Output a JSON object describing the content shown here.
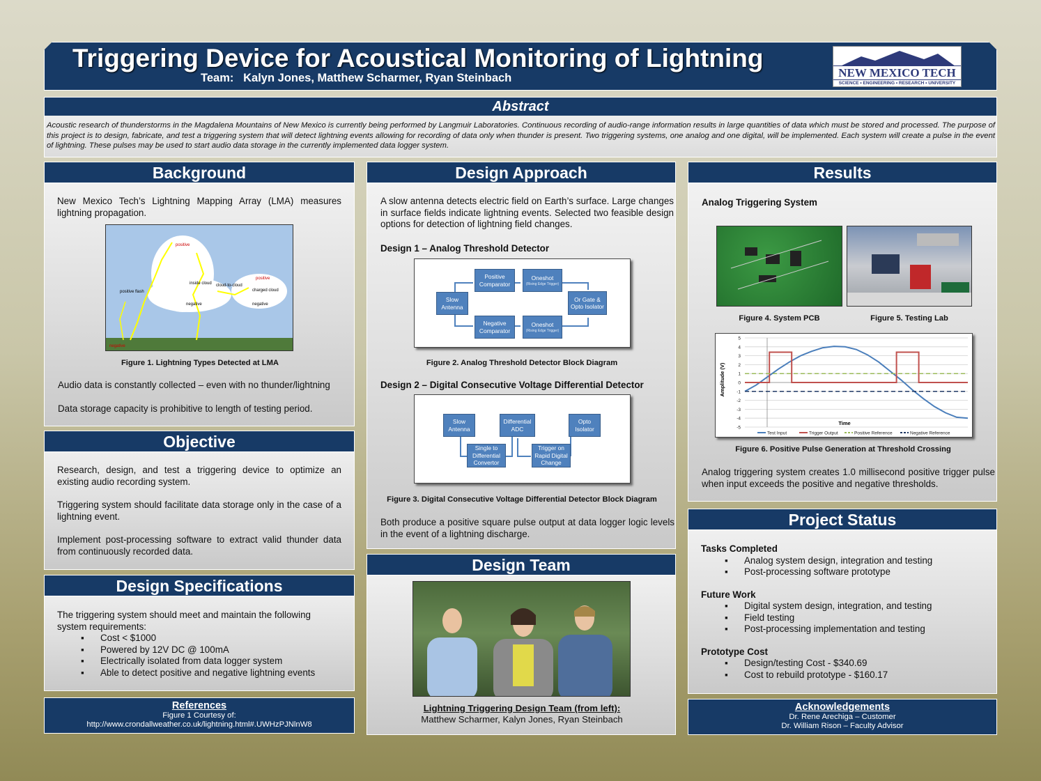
{
  "header": {
    "title": "Triggering Device for Acoustical Monitoring of Lightning",
    "team": "Team:   Kalyn Jones, Matthew Scharmer, Ryan Steinbach",
    "logo": {
      "name": "NEW MEXICO TECH",
      "tagline": "SCIENCE • ENGINEERING • RESEARCH • UNIVERSITY"
    }
  },
  "abstract": {
    "heading": "Abstract",
    "text": "Acoustic research of thunderstorms in the Magdalena Mountains of New Mexico is currently being performed by Langmuir Laboratories.  Continuous recording of audio-range information results in large quantities of data which must be stored and processed.  The purpose of this project is to design, fabricate, and test a triggering system that will detect lightning events allowing for recording of data only when thunder is present.  Two triggering systems, one analog and one digital, will be implemented.  Each system will create a pulse in the event of lightning.  These pulses may be used to start audio data storage in the currently implemented data logger system."
  },
  "background": {
    "heading": "Background",
    "p1": "New Mexico Tech’s Lightning Mapping Array (LMA) measures lightning propagation.",
    "fig1_caption": "Figure 1. Lightning Types Detected at LMA",
    "fig1_labels": [
      "positive",
      "inside cloud",
      "cloud-to-cloud",
      "positive flash",
      "charged cloud",
      "negative",
      "positive",
      "negative",
      "negative"
    ],
    "p2": "Audio data is constantly collected – even with no thunder/lightning",
    "p3": "Data storage capacity is prohibitive to length of testing period."
  },
  "objective": {
    "heading": "Objective",
    "p1": "Research, design, and test a triggering device to optimize an existing audio recording system.",
    "p2": "Triggering system should facilitate data storage only in the case of a lightning event.",
    "p3": "Implement post-processing software to extract valid thunder data from continuously recorded data."
  },
  "specs": {
    "heading": "Design Specifications",
    "intro": "The triggering system should meet and maintain the following system requirements:",
    "items": [
      "Cost < $1000",
      "Powered by 12V DC @ 100mA",
      "Electrically isolated from data logger system",
      "Able to detect positive and negative lightning events"
    ]
  },
  "references": {
    "heading": "References",
    "line1": "Figure 1 Courtesy of:",
    "line2": "http://www.crondallweather.co.uk/lightning.html#.UWHzPJNlnW8"
  },
  "approach": {
    "heading": "Design Approach",
    "p1": "A slow antenna detects electric field on Earth’s surface. Large changes in surface fields indicate lightning events.  Selected two feasible design options for detection of lightning field changes.",
    "d1_title": "Design 1 – Analog Threshold Detector",
    "d1": {
      "slow": "Slow Antenna",
      "pos": "Positive Comparator",
      "neg": "Negative Comparator",
      "one1": "Oneshot",
      "one2": "Oneshot",
      "rising": "(Rising Edge Trigger)",
      "or": "Or Gate & Opto Isolator"
    },
    "fig2_caption": "Figure 2. Analog Threshold Detector Block Diagram",
    "d2_title": "Design 2 – Digital Consecutive Voltage Differential Detector",
    "d2": {
      "slow": "Slow Antenna",
      "adc": "Differential ADC",
      "opto": "Opto Isolator",
      "single": "Single to Differential Convertor",
      "trig": "Trigger on Rapid Digital Change"
    },
    "fig3_caption": "Figure 3. Digital Consecutive Voltage Differential Detector Block Diagram",
    "p2": "Both produce a positive square pulse output at data logger logic levels in the event of a lightning discharge."
  },
  "team": {
    "heading": "Design Team",
    "cap_title": "Lightning Triggering Design Team (from left):",
    "cap_names": "Matthew Scharmer, Kalyn Jones, Ryan Steinbach"
  },
  "results": {
    "heading": "Results",
    "sub": "Analog Triggering System",
    "fig4": "Figure 4. System PCB",
    "fig5": "Figure 5. Testing Lab",
    "fig6": "Figure 6. Positive Pulse Generation at Threshold Crossing",
    "p1": "Analog triggering system creates 1.0 millisecond positive trigger pulse when input exceeds the positive and negative thresholds."
  },
  "status": {
    "heading": "Project Status",
    "tasks_title": "Tasks Completed",
    "tasks": [
      "Analog system design, integration and testing",
      "Post-processing software prototype"
    ],
    "future_title": "Future Work",
    "future": [
      "Digital system design, integration, and testing",
      "Field testing",
      "Post-processing implementation and testing"
    ],
    "cost_title": "Prototype Cost",
    "cost": [
      "Design/testing Cost - $340.69",
      "Cost to rebuild prototype - $160.17"
    ]
  },
  "ack": {
    "heading": "Acknowledgements",
    "line1": "Dr. Rene Arechiga – Customer",
    "line2": "Dr. William Rison – Faculty Advisor"
  },
  "chart_data": {
    "type": "line",
    "ylabel": "Amplitude (V)",
    "xlabel": "Time",
    "ylim": [
      -5,
      5
    ],
    "yticks": [
      5,
      4,
      3,
      2,
      1,
      0,
      -1,
      -2,
      -3,
      -4,
      -5
    ],
    "grid": true,
    "legend_position": "bottom",
    "series": [
      {
        "name": "Test Input",
        "color": "#4a7ebb",
        "x": [
          0,
          0.05,
          0.1,
          0.15,
          0.2,
          0.25,
          0.3,
          0.35,
          0.4,
          0.45,
          0.5,
          0.55,
          0.6,
          0.65,
          0.7,
          0.75,
          0.8,
          0.85,
          0.9,
          0.95,
          1
        ],
        "y": [
          -1,
          -0.3,
          0.6,
          1.5,
          2.3,
          3.0,
          3.5,
          3.9,
          4.05,
          4.0,
          3.7,
          3.1,
          2.3,
          1.3,
          0.3,
          -0.8,
          -1.8,
          -2.7,
          -3.4,
          -3.9,
          -4.0
        ]
      },
      {
        "name": "Trigger Output",
        "color": "#c0504d",
        "x": [
          0,
          0.11,
          0.11,
          0.21,
          0.21,
          0.68,
          0.68,
          0.78,
          0.78,
          1
        ],
        "y": [
          0,
          0,
          3.4,
          3.4,
          0,
          0,
          3.4,
          3.4,
          0,
          0
        ]
      },
      {
        "name": "Positive Reference",
        "color": "#9bbb59",
        "dashed": true,
        "x": [
          0,
          1
        ],
        "y": [
          1,
          1
        ]
      },
      {
        "name": "Negative Reference",
        "color": "#1f3864",
        "dashed": true,
        "x": [
          0,
          1
        ],
        "y": [
          -1,
          -1
        ]
      }
    ]
  }
}
